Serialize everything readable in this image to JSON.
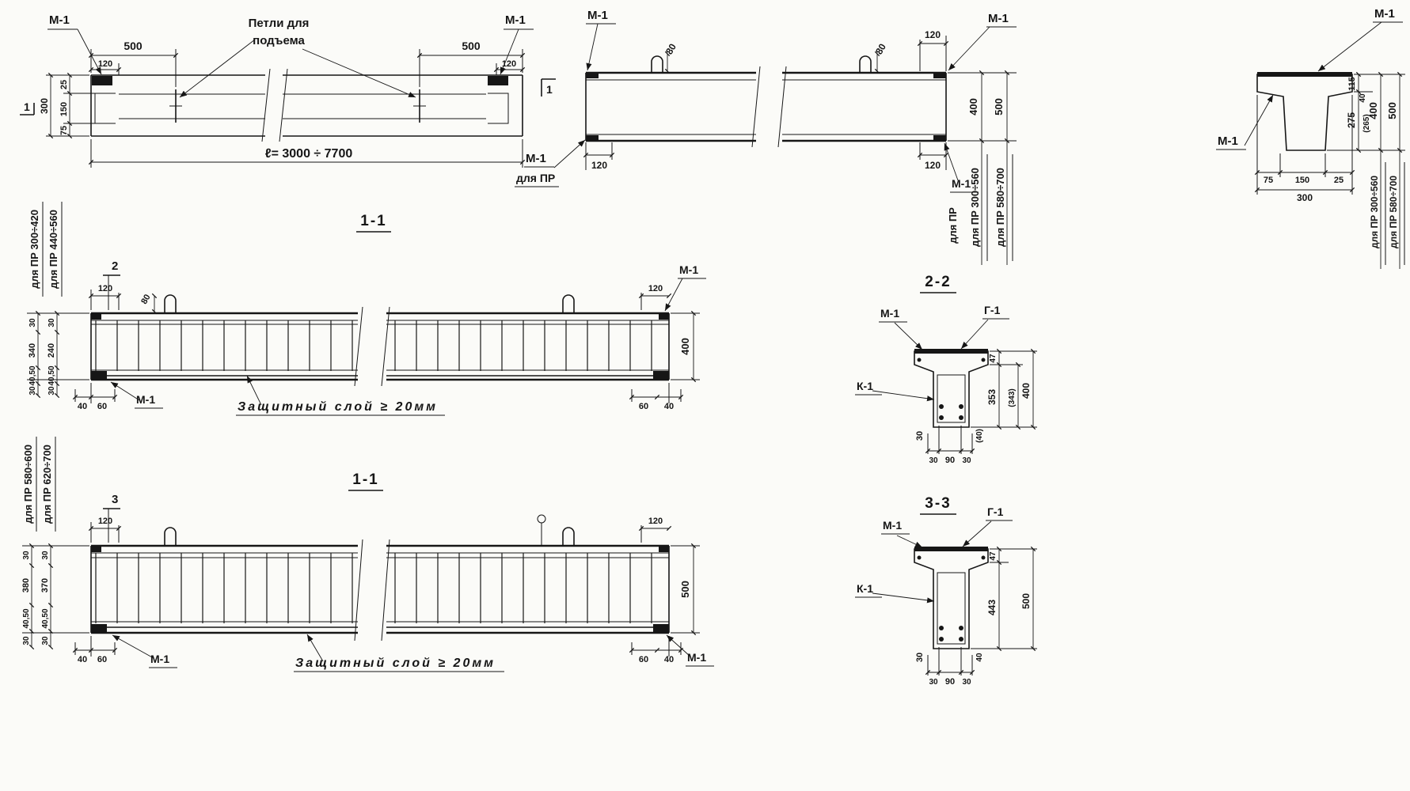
{
  "labels": {
    "m1": "М-1",
    "g1": "Г-1",
    "k1": "К-1",
    "dlya_pr": "для ПР",
    "loops_line1": "Петли для",
    "loops_line2": "подъема",
    "protect": "Защитный слой ≥ 20мм"
  },
  "plan": {
    "d500": "500",
    "d120": "120",
    "d25": "25",
    "d150": "150",
    "d75": "75",
    "d300": "300",
    "length": "ℓ= 3000 ÷ 7700",
    "marker": "1"
  },
  "elev": {
    "d80": "80",
    "d120": "120",
    "d400": "400",
    "d500": "500",
    "r400": "для ПР 300÷560",
    "r500": "для ПР 580÷700"
  },
  "endsec": {
    "d115": "115",
    "d40": "40",
    "d275": "275",
    "d265": "(265)",
    "d400": "400",
    "d500": "500",
    "d75": "75",
    "d150": "150",
    "d25": "25",
    "d300": "300",
    "r400": "для ПР 300÷560",
    "r500": "для ПР 580÷700"
  },
  "s11a": {
    "title": "1-1",
    "marker": "2",
    "d120": "120",
    "d80": "80",
    "d400": "400",
    "d40": "40",
    "d60": "60",
    "range_outer": "для ПР 300÷420",
    "range_inner": "для ПР 440÷560",
    "outer_dims": [
      "30",
      "340",
      "40,50",
      "30"
    ],
    "inner_dims": [
      "30",
      "240",
      "40,50",
      "30"
    ]
  },
  "s22": {
    "title": "2-2",
    "d47": "47",
    "d353": "353",
    "d343": "(343)",
    "d400": "400",
    "d30l": "30",
    "d40r": "(40)",
    "d30": "30",
    "d90": "90"
  },
  "s11b": {
    "title": "1-1",
    "marker": "3",
    "d120": "120",
    "d500": "500",
    "d40": "40",
    "d60": "60",
    "range_outer": "для ПР 580÷600",
    "range_inner": "для ПР 620÷700",
    "outer_dims": [
      "30",
      "380",
      "40,50",
      "30"
    ],
    "inner_dims": [
      "30",
      "370",
      "40,50",
      "30"
    ]
  },
  "s33": {
    "title": "3-3",
    "d47": "47",
    "d443": "443",
    "d500": "500",
    "d30l": "30",
    "d40r": "40",
    "d30": "30",
    "d90": "90"
  }
}
